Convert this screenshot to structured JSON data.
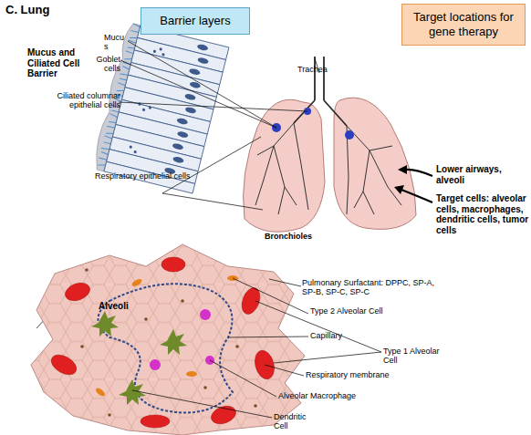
{
  "diagram": {
    "title": "C. Lung",
    "nodes": [
      {
        "text": [
          "Barrier layers"
        ]
      },
      {
        "text": [
          "Target locations for gene therapy"
        ]
      }
    ],
    "labels": [
      "Mucus and Ciliated Cell Barrier",
      "Mucu s",
      "Goblet cells",
      "Ciliated columnar epithelial cells",
      "Trachea",
      "Respiratory epithelial cells",
      "Bronchioles",
      "Alveoli",
      "Lower airways, alveoli",
      "Target cells: alveolar cells, macrophages, dendritic cells, tumor cells",
      "Pulmonary Surfactant: DPPC, SP-A, SP-B, SP-C, SP-C",
      "Type 2 Alveolar Cell",
      "Capillary",
      "Type 1 Alveolar Cell",
      "Respiratory membrane",
      "Alveolar Macrophage",
      "Dendritic Cell"
    ]
  }
}
